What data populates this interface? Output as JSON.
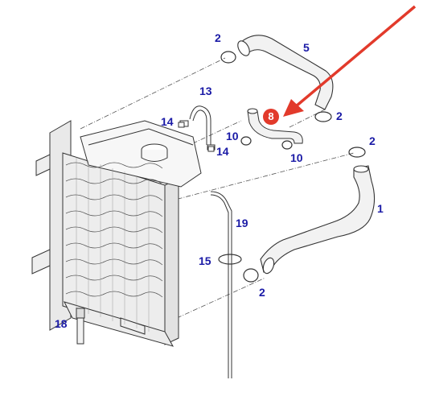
{
  "callouts": {
    "c1": "1",
    "c2a": "2",
    "c2b": "2",
    "c2c": "2",
    "c2d": "2",
    "c5": "5",
    "c8": "8",
    "c10a": "10",
    "c10b": "10",
    "c13": "13",
    "c14a": "14",
    "c14b": "14",
    "c15": "15",
    "c18": "18",
    "c19": "19"
  },
  "colors": {
    "callout_text": "#1a1aa6",
    "highlight_badge": "#e23a2b",
    "pointer_arrow": "#e23a2b",
    "line_art": "#333333",
    "part_fill": "#f2f2f2"
  }
}
